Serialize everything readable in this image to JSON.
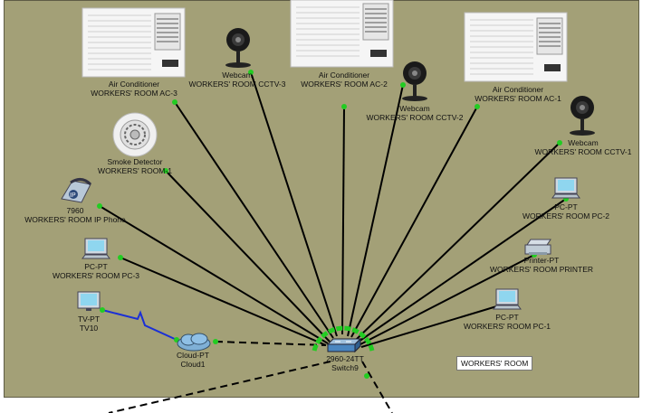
{
  "room": {
    "label": "WORKERS' ROOM",
    "background": "#a3a077"
  },
  "devices": {
    "ac3": {
      "type": "Air Conditioner",
      "name": "WORKERS' ROOM AC-3"
    },
    "ac2": {
      "type": "Air Conditioner",
      "name": "WORKERS' ROOM AC-2"
    },
    "ac1": {
      "type": "Air Conditioner",
      "name": "WORKERS' ROOM AC-1"
    },
    "cam3": {
      "type": "Webcam",
      "name": "WORKERS' ROOM CCTV-3"
    },
    "cam2": {
      "type": "Webcam",
      "name": "WORKERS' ROOM CCTV-2"
    },
    "cam1": {
      "type": "Webcam",
      "name": "WORKERS' ROOM CCTV-1"
    },
    "smoke": {
      "type": "Smoke Detector",
      "name": "WORKERS' ROOM-1"
    },
    "phone": {
      "type": "7960",
      "name": "WORKERS' ROOM IP Phone",
      "badge": "IP"
    },
    "pc3": {
      "type": "PC-PT",
      "name": "WORKERS' ROOM PC-3"
    },
    "pc2": {
      "type": "PC-PT",
      "name": "WORKERS' ROOM PC-2"
    },
    "pc1": {
      "type": "PC-PT",
      "name": "WORKERS' ROOM PC-1"
    },
    "printer": {
      "type": "Printer-PT",
      "name": "WORKERS' ROOM PRINTER"
    },
    "tv": {
      "type": "TV-PT",
      "name": "TV10"
    },
    "cloud": {
      "type": "Cloud-PT",
      "name": "Cloud1"
    },
    "switch": {
      "type": "2960-24TT",
      "name": "Switch9"
    }
  },
  "colors": {
    "link": "#000000",
    "port": "#22cc22",
    "serial": "#1a2fd6"
  }
}
